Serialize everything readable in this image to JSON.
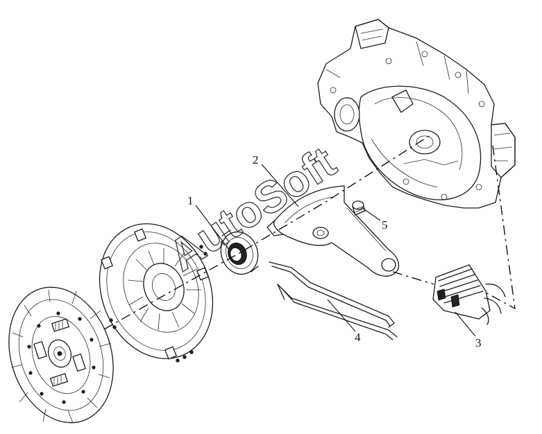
{
  "callouts": [
    {
      "id": "1",
      "label": "1"
    },
    {
      "id": "2",
      "label": "2"
    },
    {
      "id": "3",
      "label": "3"
    },
    {
      "id": "4",
      "label": "4"
    },
    {
      "id": "5",
      "label": "5"
    }
  ],
  "watermark": "AutoSoft",
  "parts": [
    "clutch-disc",
    "pressure-plate",
    "release-bearing",
    "release-fork",
    "fork-dust-boot",
    "spring-clip",
    "pivot-ball-stud",
    "transaxle-housing"
  ]
}
